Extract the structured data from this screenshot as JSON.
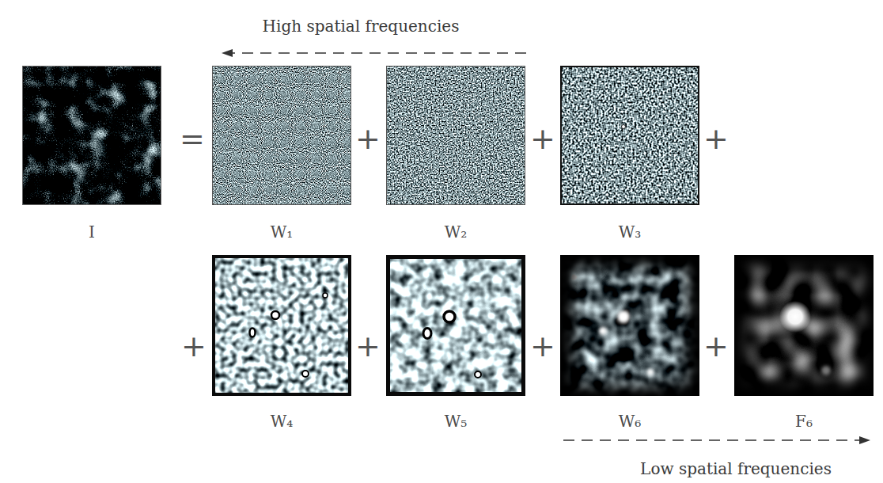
{
  "diagram": {
    "nodes": [
      {
        "text": [
          "I"
        ]
      },
      {
        "text": [
          "W₁"
        ]
      },
      {
        "text": [
          "W₂"
        ]
      },
      {
        "text": [
          "W₃"
        ]
      },
      {
        "text": [
          "W₄"
        ]
      },
      {
        "text": [
          "W₅"
        ]
      },
      {
        "text": [
          "W₆"
        ]
      },
      {
        "text": [
          "F₆"
        ]
      }
    ],
    "labels": [
      "High spatial frequencies",
      "=",
      "+",
      "+",
      "+",
      "+",
      "+",
      "+",
      "+",
      "Low spatial frequencies"
    ]
  }
}
